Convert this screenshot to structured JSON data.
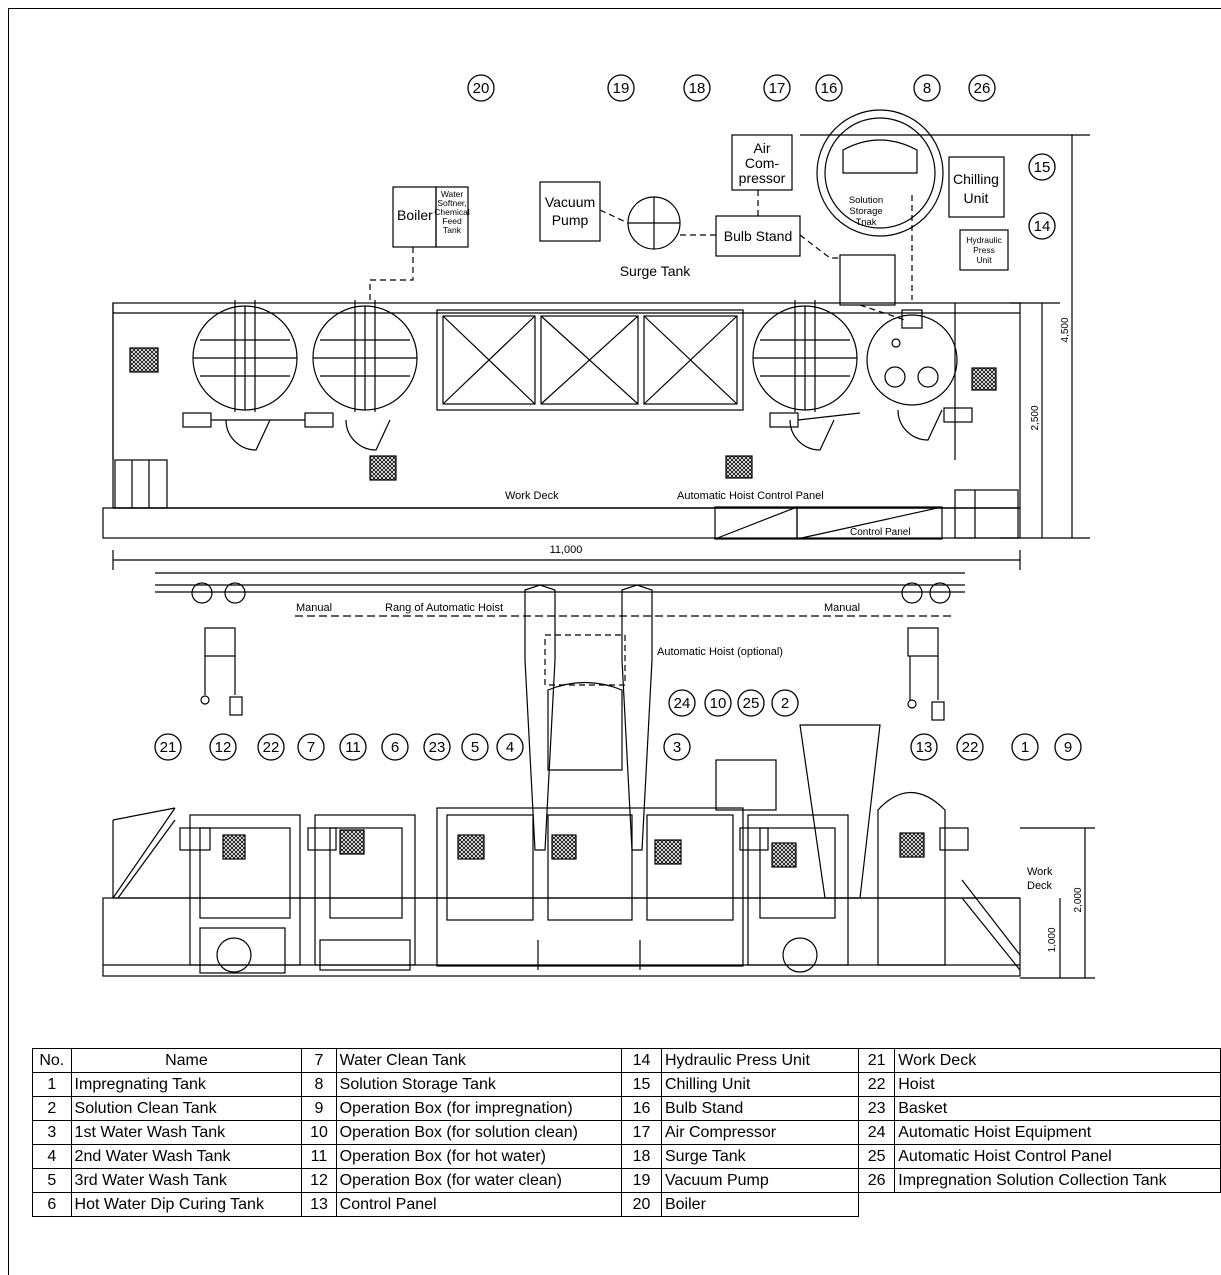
{
  "callouts": [
    "20",
    "19",
    "18",
    "17",
    "16",
    "8",
    "26",
    "15",
    "14",
    "24",
    "10",
    "25",
    "2",
    "21",
    "12",
    "22",
    "7",
    "11",
    "6",
    "23",
    "5",
    "4",
    "3",
    "13",
    "22",
    "1",
    "9"
  ],
  "labels": {
    "air_compressor": [
      "Air",
      "Com-",
      "pressor"
    ],
    "chilling_unit": [
      "Chilling",
      "Unit"
    ],
    "boiler": "Boiler",
    "water_softner": [
      "Water",
      "Softner,",
      "Chemical",
      "Feed",
      "Tank"
    ],
    "vacuum_pump": [
      "Vacuum",
      "Pump"
    ],
    "surge_tank": "Surge Tank",
    "bulb_stand": "Bulb Stand",
    "solution_storage": [
      "Solution",
      "Storage",
      "Tnak"
    ],
    "hydraulic_press": [
      "Hydraulic",
      "Press",
      "Unit"
    ],
    "work_deck": "Work Deck",
    "auto_hoist_control_panel": "Automatic Hoist Control Panel",
    "control_panel": "Control Panel",
    "dim_11000": "11,000",
    "dim_4500": "4,500",
    "dim_2500": "2,500",
    "manual_left": "Manual",
    "manual_right": "Manual",
    "rang_of_hoist": "Rang of Automatic Hoist",
    "auto_hoist_optional": "Automatic Hoist (optional)",
    "work_deck_side": [
      "Work",
      "Deck"
    ],
    "dim_2000": "2,000",
    "dim_1000": "1,000"
  },
  "legend": {
    "header": [
      "No.",
      "Name"
    ],
    "rows": [
      [
        [
          "1",
          "Impregnating Tank"
        ],
        [
          "7",
          "Water Clean Tank"
        ],
        [
          "14",
          "Hydraulic Press Unit"
        ],
        [
          "21",
          "Work Deck"
        ]
      ],
      [
        [
          "2",
          "Solution Clean Tank"
        ],
        [
          "8",
          "Solution Storage Tank"
        ],
        [
          "15",
          "Chilling Unit"
        ],
        [
          "22",
          "Hoist"
        ]
      ],
      [
        [
          "3",
          "1st Water Wash Tank"
        ],
        [
          "9",
          "Operation Box (for impregnation)"
        ],
        [
          "16",
          "Bulb Stand"
        ],
        [
          "23",
          "Basket"
        ]
      ],
      [
        [
          "4",
          "2nd  Water Wash Tank"
        ],
        [
          "10",
          "Operation Box (for solution clean)"
        ],
        [
          "17",
          "Air Compressor"
        ],
        [
          "24",
          "Automatic Hoist Equipment"
        ]
      ],
      [
        [
          "5",
          "3rd  Water Wash Tank"
        ],
        [
          "11",
          "Operation Box (for hot water)"
        ],
        [
          "18",
          "Surge Tank"
        ],
        [
          "25",
          "Automatic Hoist Control Panel"
        ]
      ],
      [
        [
          "6",
          "Hot Water Dip Curing Tank"
        ],
        [
          "12",
          "Operation Box (for water clean)"
        ],
        [
          "19",
          "Vacuum Pump"
        ],
        [
          "26",
          "Impregnation Solution Collection Tank"
        ]
      ],
      [
        [
          "20",
          "Boiler"
        ]
      ]
    ],
    "col_header_1": [
      "7",
      "Water Clean Tank"
    ],
    "col_header_2": [
      "14",
      "Hydraulic Press Unit"
    ],
    "col_header_3": [
      "21",
      "Work Deck"
    ]
  }
}
